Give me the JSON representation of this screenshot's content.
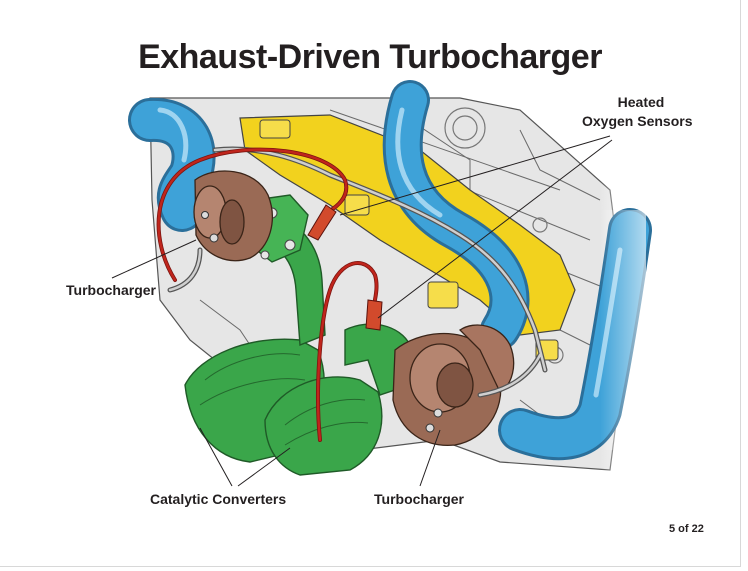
{
  "slide": {
    "title": "Exhaust-Driven Turbocharger",
    "page_indicator": "5 of 22"
  },
  "labels": {
    "sensors_line1": "Heated",
    "sensors_line2": "Oxygen Sensors",
    "turbo_left": "Turbocharger",
    "turbo_bottom": "Turbocharger",
    "catalytic": "Catalytic Converters"
  },
  "colors": {
    "coolant_hose": "#3ea2d8",
    "engine_block": "#e4e4e4",
    "cylinder_head": "#f2d21e",
    "catalytic_converter": "#3aa64a",
    "turbo_housing": "#9a6a55",
    "sensor_wire": "#c0251c"
  }
}
